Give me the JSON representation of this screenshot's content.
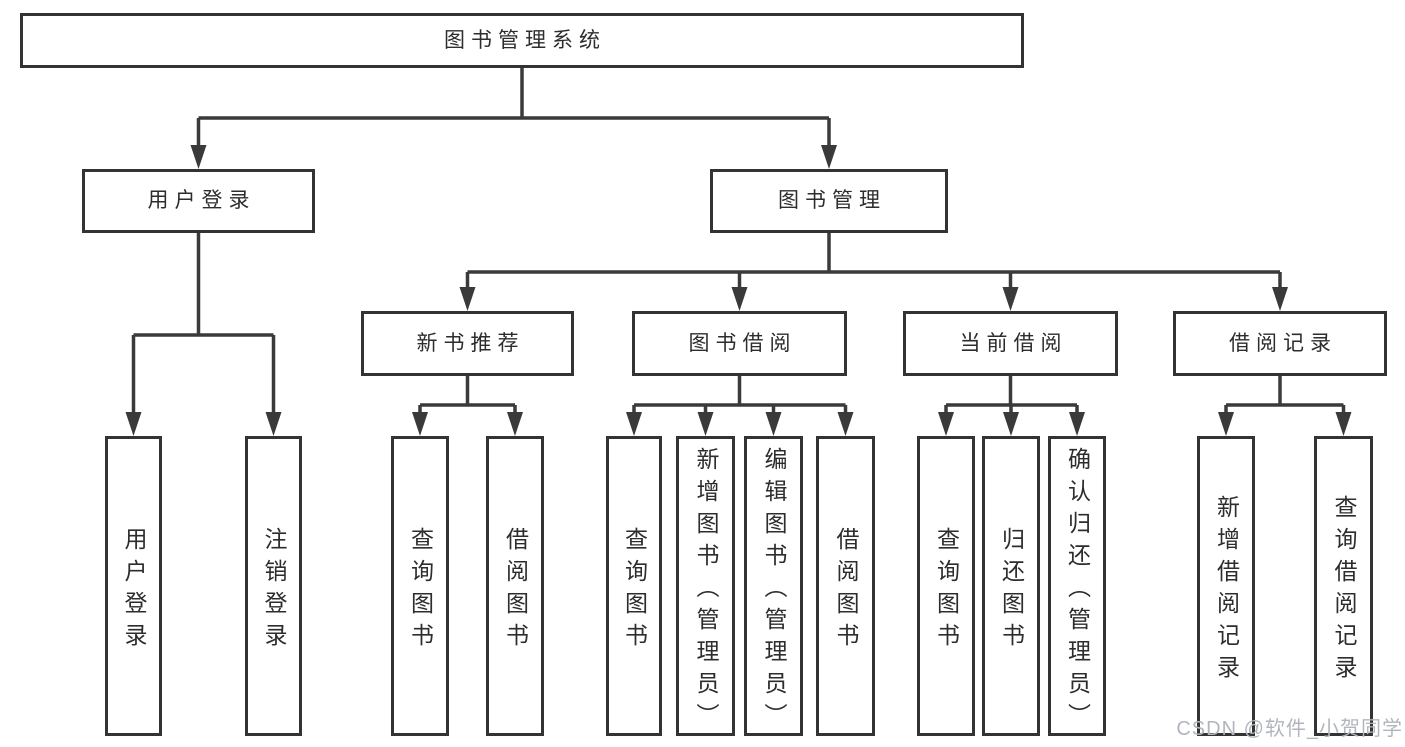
{
  "page": {
    "background": "#ffffff",
    "watermark": "CSDN @软件_小贺同学"
  },
  "diagram": {
    "type": "tree",
    "root_label": "图书管理系统",
    "colors": {
      "box_border": "#333333",
      "connector": "#3a3a3a",
      "text": "#2d2d2d",
      "watermark": "#b2b6bc"
    },
    "nodes": [
      {
        "id": "root",
        "label": "图书管理系统",
        "level": 1,
        "text_direction": "horizontal"
      },
      {
        "id": "user-login",
        "label": "用户登录",
        "level": 2,
        "text_direction": "horizontal"
      },
      {
        "id": "book-mgmt",
        "label": "图书管理",
        "level": 2,
        "text_direction": "horizontal"
      },
      {
        "id": "new-book-rec",
        "label": "新书推荐",
        "level": 3,
        "text_direction": "horizontal"
      },
      {
        "id": "book-borrow",
        "label": "图书借阅",
        "level": 3,
        "text_direction": "horizontal"
      },
      {
        "id": "current-borrow",
        "label": "当前借阅",
        "level": 3,
        "text_direction": "horizontal"
      },
      {
        "id": "borrow-record",
        "label": "借阅记录",
        "level": 3,
        "text_direction": "horizontal"
      },
      {
        "id": "leaf-user-login",
        "label": "用户登录",
        "level": 4,
        "text_direction": "vertical"
      },
      {
        "id": "leaf-logout",
        "label": "注销登录",
        "level": 4,
        "text_direction": "vertical"
      },
      {
        "id": "leaf-query-book-1",
        "label": "查询图书",
        "level": 4,
        "text_direction": "vertical"
      },
      {
        "id": "leaf-borrow-book-1",
        "label": "借阅图书",
        "level": 4,
        "text_direction": "vertical"
      },
      {
        "id": "leaf-query-book-2",
        "label": "查询图书",
        "level": 4,
        "text_direction": "vertical"
      },
      {
        "id": "leaf-add-book",
        "label": "新增图书（管理员）",
        "level": 4,
        "text_direction": "vertical"
      },
      {
        "id": "leaf-edit-book",
        "label": "编辑图书（管理员）",
        "level": 4,
        "text_direction": "vertical"
      },
      {
        "id": "leaf-borrow-book-2",
        "label": "借阅图书",
        "level": 4,
        "text_direction": "vertical"
      },
      {
        "id": "leaf-query-book-3",
        "label": "查询图书",
        "level": 4,
        "text_direction": "vertical"
      },
      {
        "id": "leaf-return-book",
        "label": "归还图书",
        "level": 4,
        "text_direction": "vertical"
      },
      {
        "id": "leaf-confirm-return",
        "label": "确认归还（管理员）",
        "level": 4,
        "text_direction": "vertical"
      },
      {
        "id": "leaf-add-borrow-record",
        "label": "新增借阅记录",
        "level": 4,
        "text_direction": "vertical"
      },
      {
        "id": "leaf-query-borrow-record",
        "label": "查询借阅记录",
        "level": 4,
        "text_direction": "vertical"
      }
    ],
    "edges": [
      {
        "from": "root",
        "to": [
          "user-login",
          "book-mgmt"
        ]
      },
      {
        "from": "user-login",
        "to": [
          "leaf-user-login",
          "leaf-logout"
        ]
      },
      {
        "from": "book-mgmt",
        "to": [
          "new-book-rec",
          "book-borrow",
          "current-borrow",
          "borrow-record"
        ]
      },
      {
        "from": "new-book-rec",
        "to": [
          "leaf-query-book-1",
          "leaf-borrow-book-1"
        ]
      },
      {
        "from": "book-borrow",
        "to": [
          "leaf-query-book-2",
          "leaf-add-book",
          "leaf-edit-book",
          "leaf-borrow-book-2"
        ]
      },
      {
        "from": "current-borrow",
        "to": [
          "leaf-query-book-3",
          "leaf-return-book",
          "leaf-confirm-return"
        ]
      },
      {
        "from": "borrow-record",
        "to": [
          "leaf-add-borrow-record",
          "leaf-query-borrow-record"
        ]
      }
    ]
  }
}
